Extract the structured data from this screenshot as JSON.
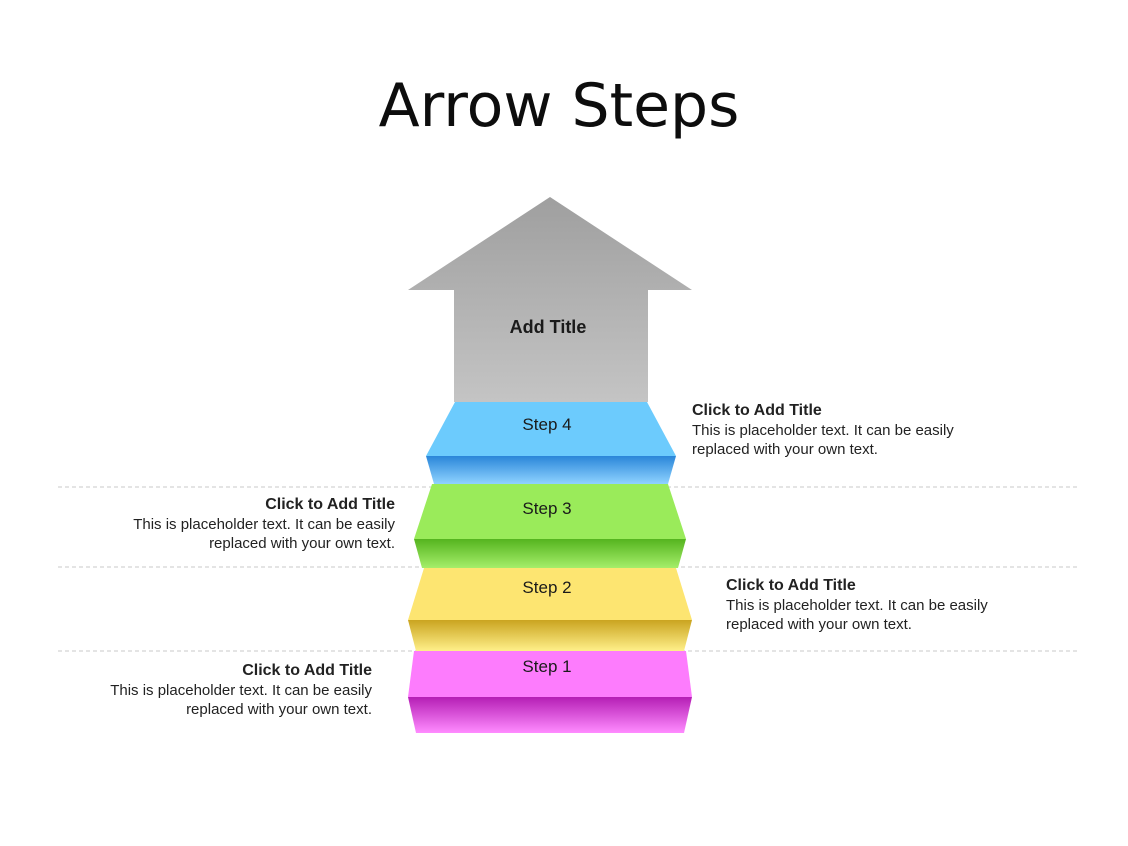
{
  "slide": {
    "title": "Arrow Steps"
  },
  "arrow": {
    "label": "Add Title",
    "color": "#a9a9a9"
  },
  "steps": [
    {
      "label": "Step 4",
      "color_top": "#6ccbfd",
      "color_bottom": "#2b8fe0"
    },
    {
      "label": "Step 3",
      "color_top": "#9aeb5a",
      "color_bottom": "#5cbf24"
    },
    {
      "label": "Step 2",
      "color_top": "#fde571",
      "color_bottom": "#d8b52c"
    },
    {
      "label": "Step 1",
      "color_top": "#fd7cfd",
      "color_bottom": "#c62bc6"
    }
  ],
  "callouts": [
    {
      "title": "Click to Add Title",
      "body_line1": "This is placeholder  text. It can be easily",
      "body_line2": "replaced  with your own text."
    },
    {
      "title": "Click to Add Title",
      "body_line1": "This is placeholder  text. It can be easily",
      "body_line2": "replaced  with your own text."
    },
    {
      "title": "Click to Add Title",
      "body_line1": "This is placeholder  text. It can be easily",
      "body_line2": "replaced  with your own text."
    },
    {
      "title": "Click to Add Title",
      "body_line1": "This is placeholder  text. It can be easily",
      "body_line2": "replaced  with your own text."
    }
  ],
  "divider_color": "#c8c8c8"
}
